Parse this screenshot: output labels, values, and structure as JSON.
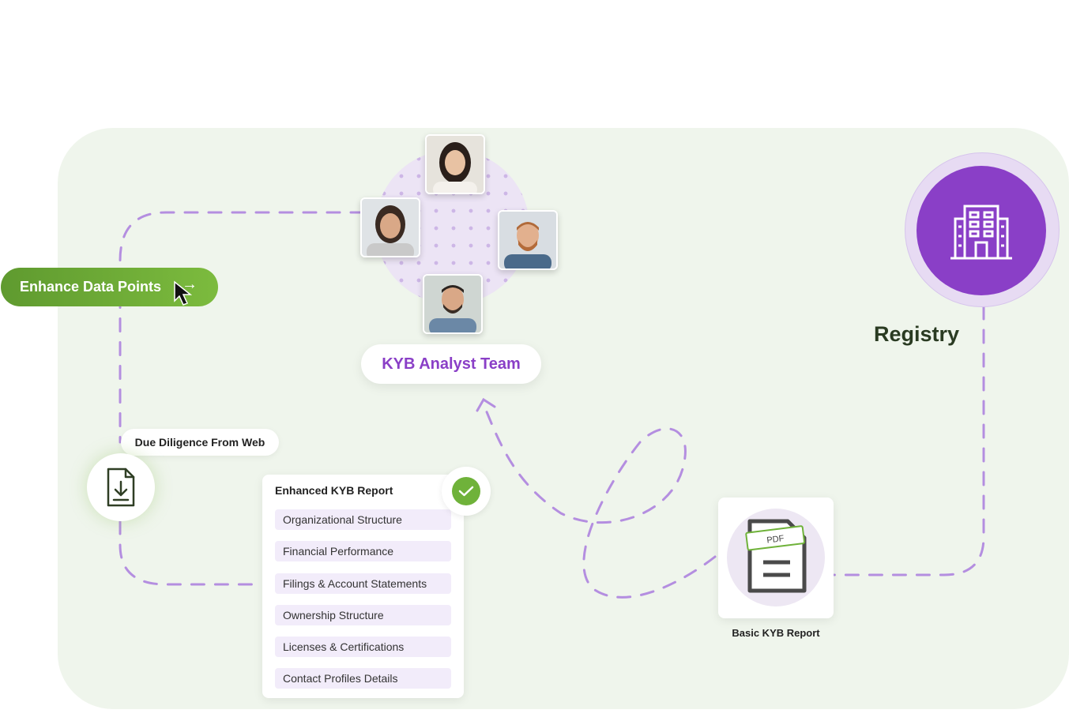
{
  "colors": {
    "panel_bg": "#eff5ec",
    "accent_purple": "#8a3fc7",
    "dashed_line": "#b48ee0",
    "button_green": "#6aaa35",
    "check_green": "#6fb23a"
  },
  "enhance_button": {
    "label": "Enhance Data Points",
    "arrow_icon": "arrow-right-icon",
    "cursor_icon": "mouse-pointer-icon"
  },
  "team": {
    "label": "KYB Analyst Team"
  },
  "registry": {
    "label": "Registry",
    "icon": "building-icon"
  },
  "due_diligence": {
    "label": "Due Diligence From Web",
    "icon": "file-download-icon"
  },
  "enhanced_report": {
    "title": "Enhanced KYB Report",
    "status_icon": "check-icon",
    "items": [
      "Organizational Structure",
      "Financial Performance",
      "Filings & Account Statements",
      "Ownership Structure",
      "Licenses & Certifications",
      "Contact Profiles Details"
    ]
  },
  "basic_report": {
    "label": "Basic KYB Report",
    "badge": "PDF",
    "icon": "pdf-document-icon"
  }
}
